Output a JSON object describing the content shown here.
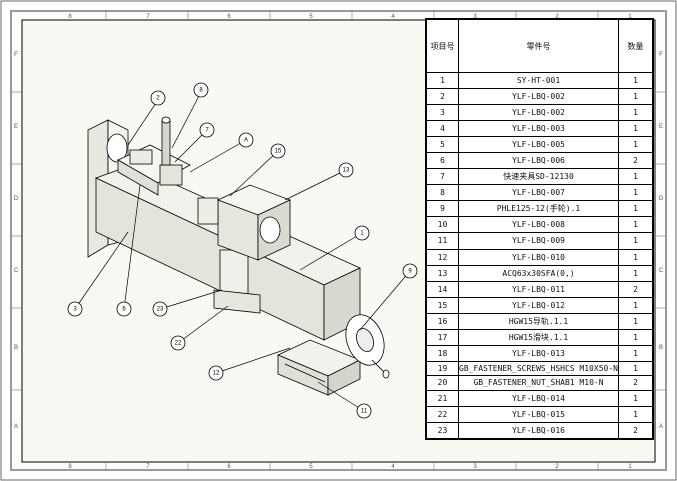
{
  "border": {
    "top_ticks": [
      "8",
      "7",
      "6",
      "5",
      "4",
      "3",
      "2",
      "1"
    ],
    "bottom_ticks": [
      "8",
      "7",
      "6",
      "5",
      "4",
      "3",
      "2",
      "1"
    ],
    "side_ticks": [
      "F",
      "E",
      "D",
      "C",
      "B",
      "A"
    ]
  },
  "bom": {
    "headers": [
      "项目号",
      "零件号",
      "数量"
    ],
    "rows": [
      {
        "no": "1",
        "part": "SY-HT-001",
        "qty": "1"
      },
      {
        "no": "2",
        "part": "YLF-LBQ-002",
        "qty": "1"
      },
      {
        "no": "3",
        "part": "YLF-LBQ-002",
        "qty": "1"
      },
      {
        "no": "4",
        "part": "YLF-LBQ-003",
        "qty": "1"
      },
      {
        "no": "5",
        "part": "YLF-LBQ-005",
        "qty": "1"
      },
      {
        "no": "6",
        "part": "YLF-LBQ-006",
        "qty": "2"
      },
      {
        "no": "7",
        "part": "快速夹具SD-12130",
        "qty": "1"
      },
      {
        "no": "8",
        "part": "YLF-LBQ-007",
        "qty": "1"
      },
      {
        "no": "9",
        "part": "PHLE125-12(手轮).1",
        "qty": "1"
      },
      {
        "no": "10",
        "part": "YLF-LBQ-008",
        "qty": "1"
      },
      {
        "no": "11",
        "part": "YLF-LBQ-009",
        "qty": "1"
      },
      {
        "no": "12",
        "part": "YLF-LBQ-010",
        "qty": "1"
      },
      {
        "no": "13",
        "part": "ACQ63x30SFA(0,)",
        "qty": "1"
      },
      {
        "no": "14",
        "part": "YLF-LBQ-011",
        "qty": "2"
      },
      {
        "no": "15",
        "part": "YLF-LBQ-012",
        "qty": "1"
      },
      {
        "no": "16",
        "part": "HGW15导轨.1.1",
        "qty": "1"
      },
      {
        "no": "17",
        "part": "HGW15滑块.1.1",
        "qty": "1"
      },
      {
        "no": "18",
        "part": "YLF-LBQ-013",
        "qty": "1"
      },
      {
        "no": "19",
        "part": "GB_FASTENER_SCREWS_HSHCS M10X50-N",
        "qty": "1"
      },
      {
        "no": "20",
        "part": "GB_FASTENER_NUT_SHAB1 M10-N",
        "qty": "2"
      },
      {
        "no": "21",
        "part": "YLF-LBQ-014",
        "qty": "1"
      },
      {
        "no": "22",
        "part": "YLF-LBQ-015",
        "qty": "1"
      },
      {
        "no": "23",
        "part": "YLF-LBQ-016",
        "qty": "2"
      }
    ]
  },
  "balloons": [
    "2",
    "8",
    "7",
    "A",
    "15",
    "13",
    "1",
    "9",
    "3",
    "6",
    "23",
    "22",
    "12",
    "11"
  ]
}
